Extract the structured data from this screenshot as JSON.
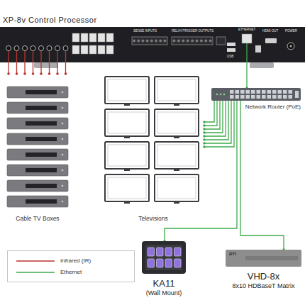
{
  "diagram": {
    "nodes": [
      {
        "text": [
          "XP-8v Control Processor"
        ]
      },
      {
        "text": [
          "Cable TV Boxes"
        ]
      },
      {
        "text": [
          "Televisions"
        ]
      },
      {
        "text": [
          "Network Router (PoE)"
        ]
      },
      {
        "text": [
          "KA11",
          "(Wall Mount)"
        ]
      },
      {
        "text": [
          "VHD-8x",
          "8x10 HDBaseT Matrix"
        ]
      }
    ],
    "edges": [
      {
        "from": 0,
        "to": 1,
        "arrow": "none"
      },
      {
        "from": 0,
        "to": 3,
        "arrow": "none"
      },
      {
        "from": 3,
        "to": 2,
        "arrow": "none"
      },
      {
        "from": 3,
        "to": 4,
        "arrow": "none"
      },
      {
        "from": 3,
        "to": 5,
        "arrow": "none"
      }
    ],
    "labels": [
      "SENSE INPUTS",
      "RELAY/TRIGGER OUTPUTS",
      "ETHERNET",
      "USB",
      "HDMI OUT",
      "POWER",
      "RTI"
    ],
    "legend": [
      {
        "text": "Infrared (IR)"
      },
      {
        "text": "Ethernet"
      }
    ]
  }
}
